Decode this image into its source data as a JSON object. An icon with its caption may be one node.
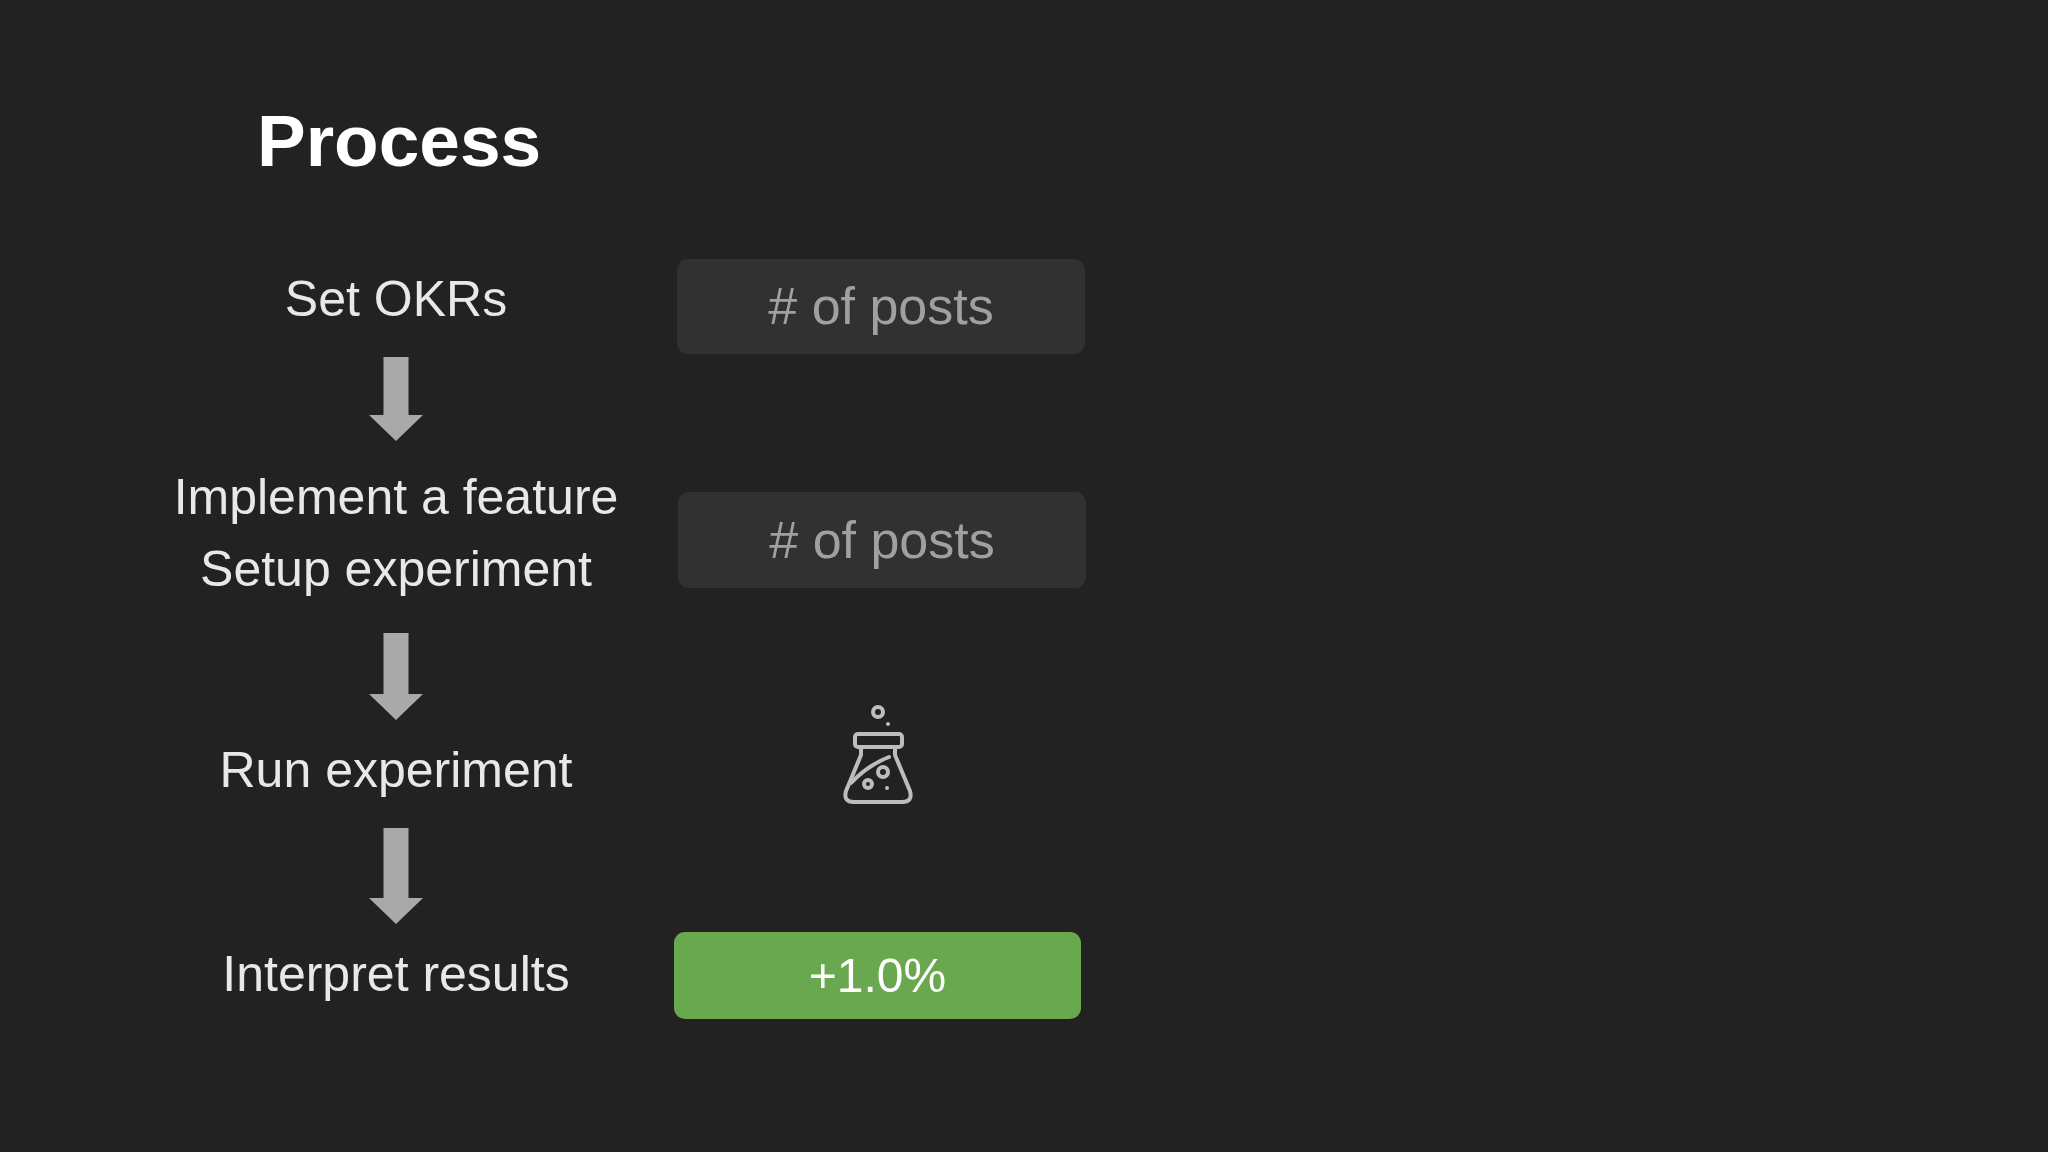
{
  "diagram": {
    "title": "Process",
    "nodes": [
      {
        "text": [
          "Set OKRs"
        ]
      },
      {
        "text": [
          "Implement a feature",
          "Setup experiment"
        ]
      },
      {
        "text": [
          "Run experiment"
        ]
      },
      {
        "text": [
          "Interpret results"
        ]
      },
      {
        "text": [
          "# of posts"
        ]
      },
      {
        "text": [
          "# of posts"
        ]
      },
      {
        "text": [],
        "shape": "picture"
      },
      {
        "text": [
          "+1.0%"
        ]
      }
    ],
    "edges": [
      {
        "from": 0,
        "to": 1,
        "arrow": "to"
      },
      {
        "from": 1,
        "to": 2,
        "arrow": "to"
      },
      {
        "from": 2,
        "to": 3,
        "arrow": "to"
      }
    ]
  }
}
